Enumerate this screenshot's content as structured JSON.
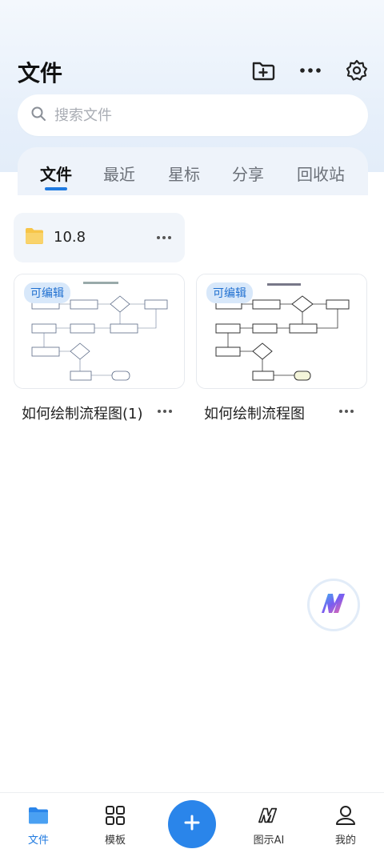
{
  "header": {
    "title": "文件",
    "icons": [
      "new-folder-icon",
      "more-icon",
      "settings-icon"
    ]
  },
  "search": {
    "placeholder": "搜索文件",
    "value": ""
  },
  "tabs": [
    {
      "label": "文件",
      "active": true
    },
    {
      "label": "最近",
      "active": false
    },
    {
      "label": "星标",
      "active": false
    },
    {
      "label": "分享",
      "active": false
    },
    {
      "label": "回收站",
      "active": false
    }
  ],
  "folders": [
    {
      "name": "10.8",
      "icon": "folder-icon"
    }
  ],
  "files": [
    {
      "name": "如何绘制流程图(1)",
      "badge": "可编辑"
    },
    {
      "name": "如何绘制流程图",
      "badge": "可编辑"
    }
  ],
  "bottom_nav": [
    {
      "label": "文件",
      "icon": "files-icon",
      "active": true
    },
    {
      "label": "模板",
      "icon": "templates-icon",
      "active": false
    },
    {
      "label": "图示AI",
      "icon": "ai-icon",
      "active": false
    },
    {
      "label": "我的",
      "icon": "profile-icon",
      "active": false
    }
  ],
  "colors": {
    "accent": "#2a85ea",
    "folder": "#f7c548",
    "badge_text": "#1f6fd0"
  }
}
